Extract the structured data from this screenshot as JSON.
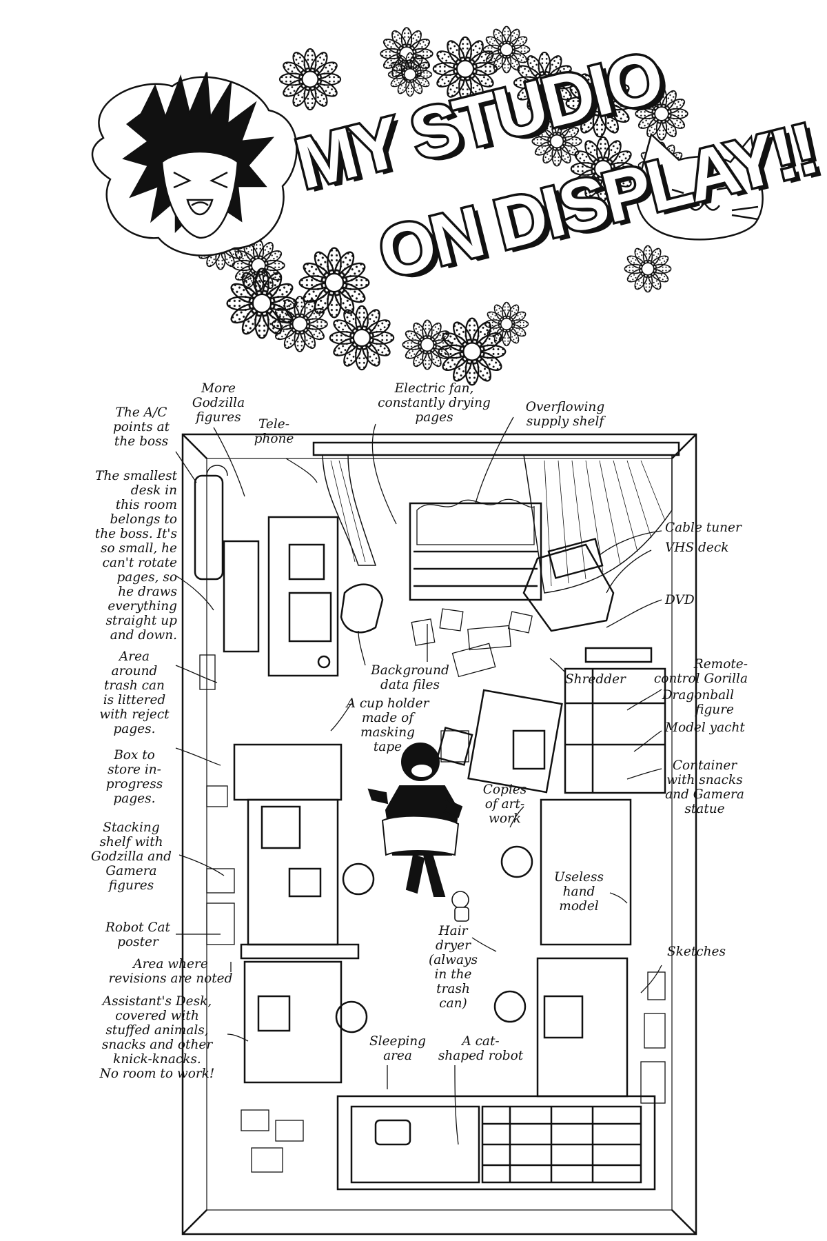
{
  "title": {
    "line1": "MY STUDIO",
    "line2": "ON DISPLAY!!"
  },
  "labels": {
    "ac": "The A/C\npoints at\nthe boss",
    "godzilla_more": "More\nGodzilla\nfigures",
    "telephone": "Tele-\nphone",
    "fan": "Electric fan,\nconstantly drying\npages",
    "supply_shelf": "Overflowing\nsupply shelf",
    "smallest_desk": "The smallest\ndesk in\nthis room\nbelongs to\nthe boss. It's\nso small, he\ncan't rotate\npages, so\nhe draws\neverything\nstraight up\nand down.",
    "cable_tuner": "Cable tuner",
    "vhs": "VHS deck",
    "dvd": "DVD",
    "trash_area": "Area\naround\ntrash can\nis littered\nwith reject\npages.",
    "background_files": "Background\ndata files",
    "shredder": "Shredder",
    "remote_gorilla": "Remote-\ncontrol Gorilla",
    "dragonball": "Dragonball\nfigure",
    "yacht": "Model yacht",
    "cup_holder": "A cup holder\nmade of\nmasking\ntape",
    "box_pages": "Box to\nstore in-\nprogress\npages.",
    "container": "Container\nwith snacks\nand Gamera\nstatue",
    "copies": "Copies\nof art-\nwork",
    "stacking_shelf": "Stacking\nshelf with\nGodzilla and\nGamera\nfigures",
    "hand_model": "Useless\nhand\nmodel",
    "robot_poster": "Robot Cat\nposter",
    "hair_dryer": "Hair\ndryer\n(always\nin the\ntrash\ncan)",
    "sketches": "Sketches",
    "revisions": "Area where\nrevisions are noted",
    "assistant_desk": "Assistant's Desk,\ncovered with\nstuffed animals,\nsnacks and other\nknick-knacks.\nNo room to work!",
    "sleeping": "Sleeping\narea",
    "cat_robot": "A cat-\nshaped robot"
  },
  "colors": {
    "ink": "#111111",
    "paper": "#ffffff",
    "screen": "#d8d8d8"
  },
  "icons": [
    "flower-icon",
    "author-face-icon",
    "cat-face-icon"
  ]
}
